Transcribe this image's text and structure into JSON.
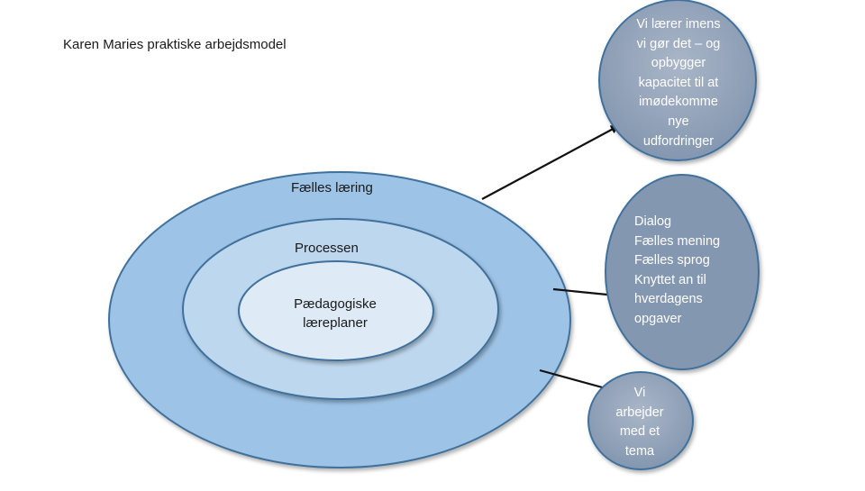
{
  "title": "Karen Maries praktiske arbejdsmodel",
  "rings": [
    {
      "label": "Fælles læring"
    },
    {
      "label": "Processen"
    },
    {
      "label": "Pædagogiske læreplaner"
    }
  ],
  "bubbles": [
    {
      "lines": [
        "Vi lærer imens",
        "vi gør det – og",
        "opbygger",
        "kapacitet til at",
        "imødekomme",
        "nye",
        "udfordringer"
      ]
    },
    {
      "lines": [
        "Dialog",
        "Fælles mening",
        "Fælles sprog",
        "Knyttet an til",
        "hverdagens",
        "opgaver"
      ]
    },
    {
      "lines": [
        "Vi",
        "arbejder",
        "med et",
        "tema"
      ]
    }
  ],
  "colors": {
    "outer_ring": "#9dc3e6",
    "middle_ring": "#bdd7ee",
    "inner_ring": "#deebf7",
    "ring_stroke": "#41719c",
    "bubble_fill": "#8497b0",
    "bubble_fill_top": "#adb9ca",
    "arrow": "#111111"
  }
}
